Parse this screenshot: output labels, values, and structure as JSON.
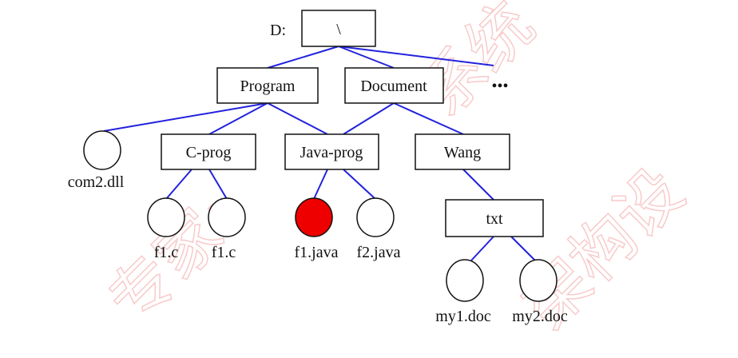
{
  "drive_label": "D:",
  "root": "\\",
  "level1": [
    "Program",
    "Document",
    "•••"
  ],
  "level2": {
    "file": "com2.dll",
    "dirs": [
      "C-prog",
      "Java-prog",
      "Wang"
    ]
  },
  "level3": {
    "files": [
      "f1.c",
      "f1.c",
      "f1.java",
      "f2.java"
    ],
    "dir": "txt"
  },
  "level4": [
    "my1.doc",
    "my2.doc"
  ],
  "colors": {
    "edge": "#2222dd",
    "highlight": "#ee0000"
  }
}
